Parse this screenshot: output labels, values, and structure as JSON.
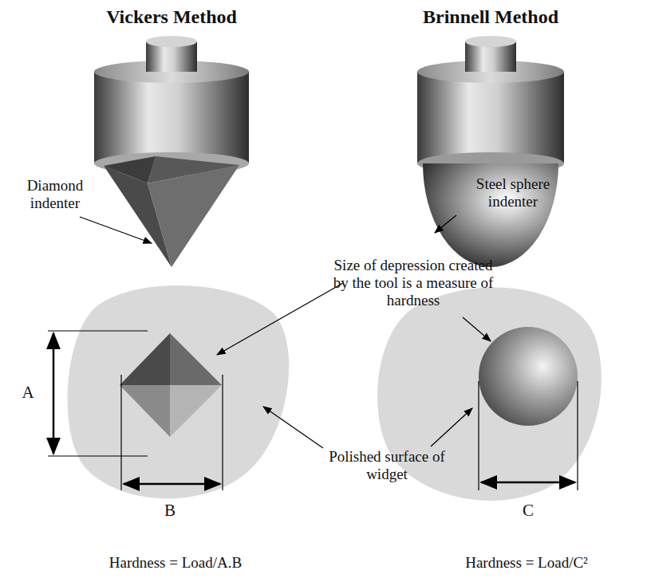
{
  "diagram": {
    "labels": [
      "Vickers Method",
      "Brinnell Method",
      "Diamond indenter",
      "Steel sphere indenter",
      "Size of depression created by the tool is a measure of hardness",
      "Polished surface of widget",
      "A",
      "B",
      "C",
      "Hardness = Load/A.B",
      "Hardness = Load/C²"
    ]
  }
}
